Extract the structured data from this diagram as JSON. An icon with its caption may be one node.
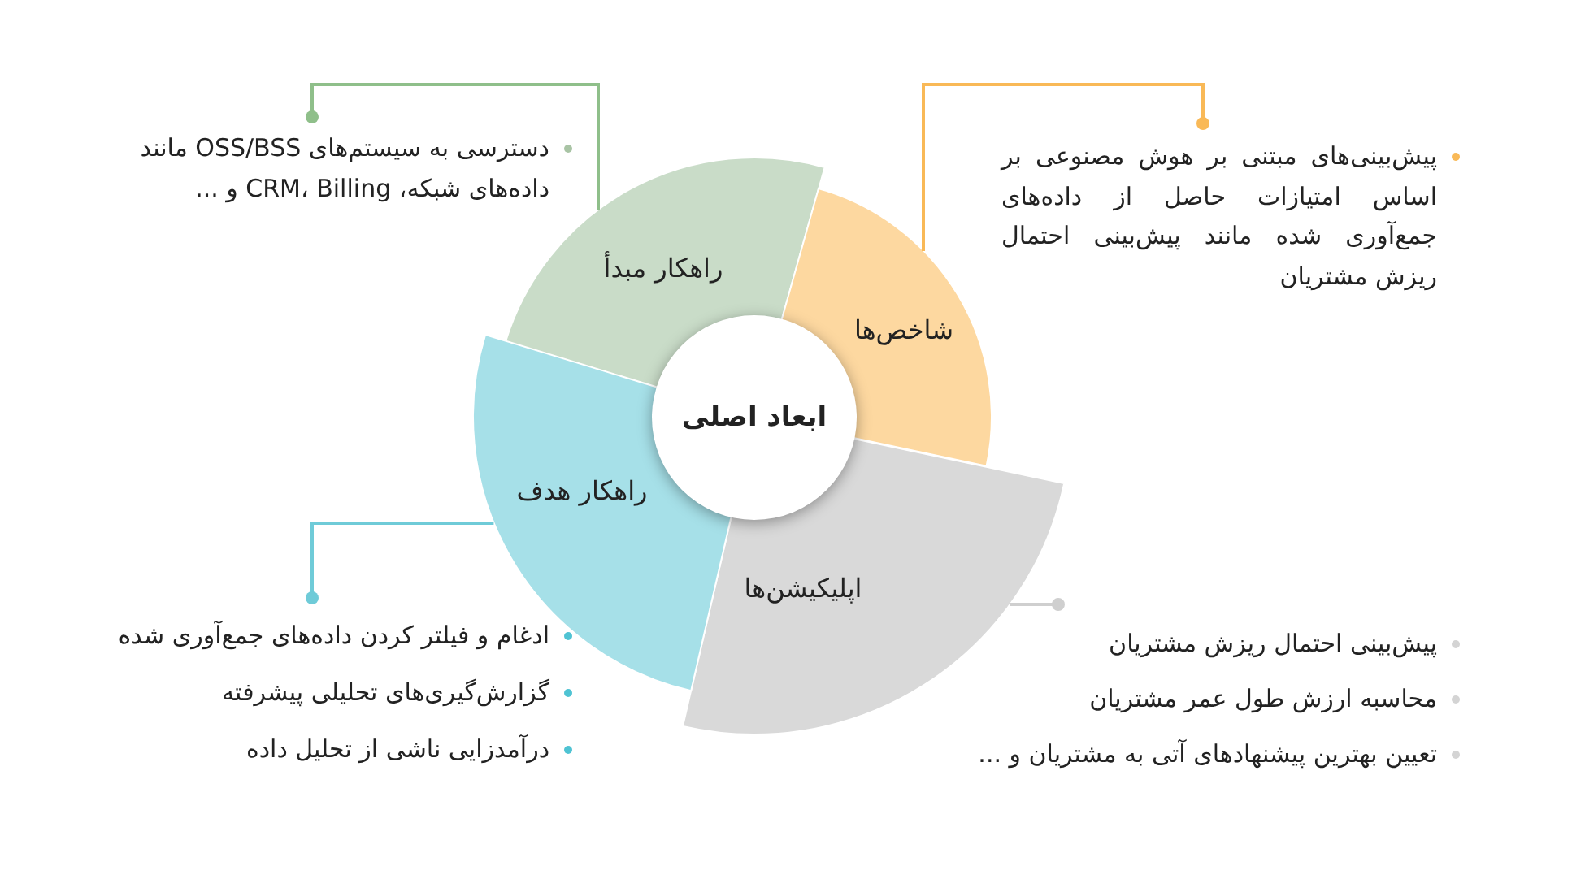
{
  "diagram": {
    "nodes": [
      {
        "text": [
          "ابعاد اصلی"
        ]
      },
      {
        "text": [
          "راهکار مبدأ"
        ]
      },
      {
        "text": [
          "شاخص‌ها"
        ]
      },
      {
        "text": [
          "اپلیکیشن‌ها"
        ]
      },
      {
        "text": [
          "راهکار هدف"
        ]
      },
      {
        "text": [
          "دسترسی به سیستم‌های OSS/BSS مانند داده‌های شبکه، CRM، Billing و ..."
        ]
      },
      {
        "text": [
          "پیش‌بینی‌های مبتنی بر هوش مصنوعی بر اساس امتیازات حاصل از داده‌های جمع‌آوری شده مانند پیش‌بینی احتمال ریزش مشتریان"
        ]
      },
      {
        "text": [
          "پیش‌بینی احتمال ریزش مشتریان",
          "محاسبه ارزش طول عمر مشتریان",
          "تعیین بهترین پیشنهادهای آتی به مشتریان و ..."
        ]
      },
      {
        "text": [
          "ادغام و فیلتر کردن داده‌های جمع‌آوری شده",
          "گزارش‌گیری‌های تحلیلی پیشرفته",
          "درآمدزایی ناشی از تحلیل داده"
        ]
      }
    ],
    "edges": [
      {
        "from": 5,
        "to": 1,
        "arrow": "other",
        "color": "#8fbf8a"
      },
      {
        "from": 6,
        "to": 2,
        "arrow": "other",
        "color": "#f9b957"
      },
      {
        "from": 7,
        "to": 3,
        "arrow": "other",
        "color": "#cfcfcf"
      },
      {
        "from": 8,
        "to": 4,
        "arrow": "other",
        "color": "#6fcbd8"
      }
    ]
  }
}
